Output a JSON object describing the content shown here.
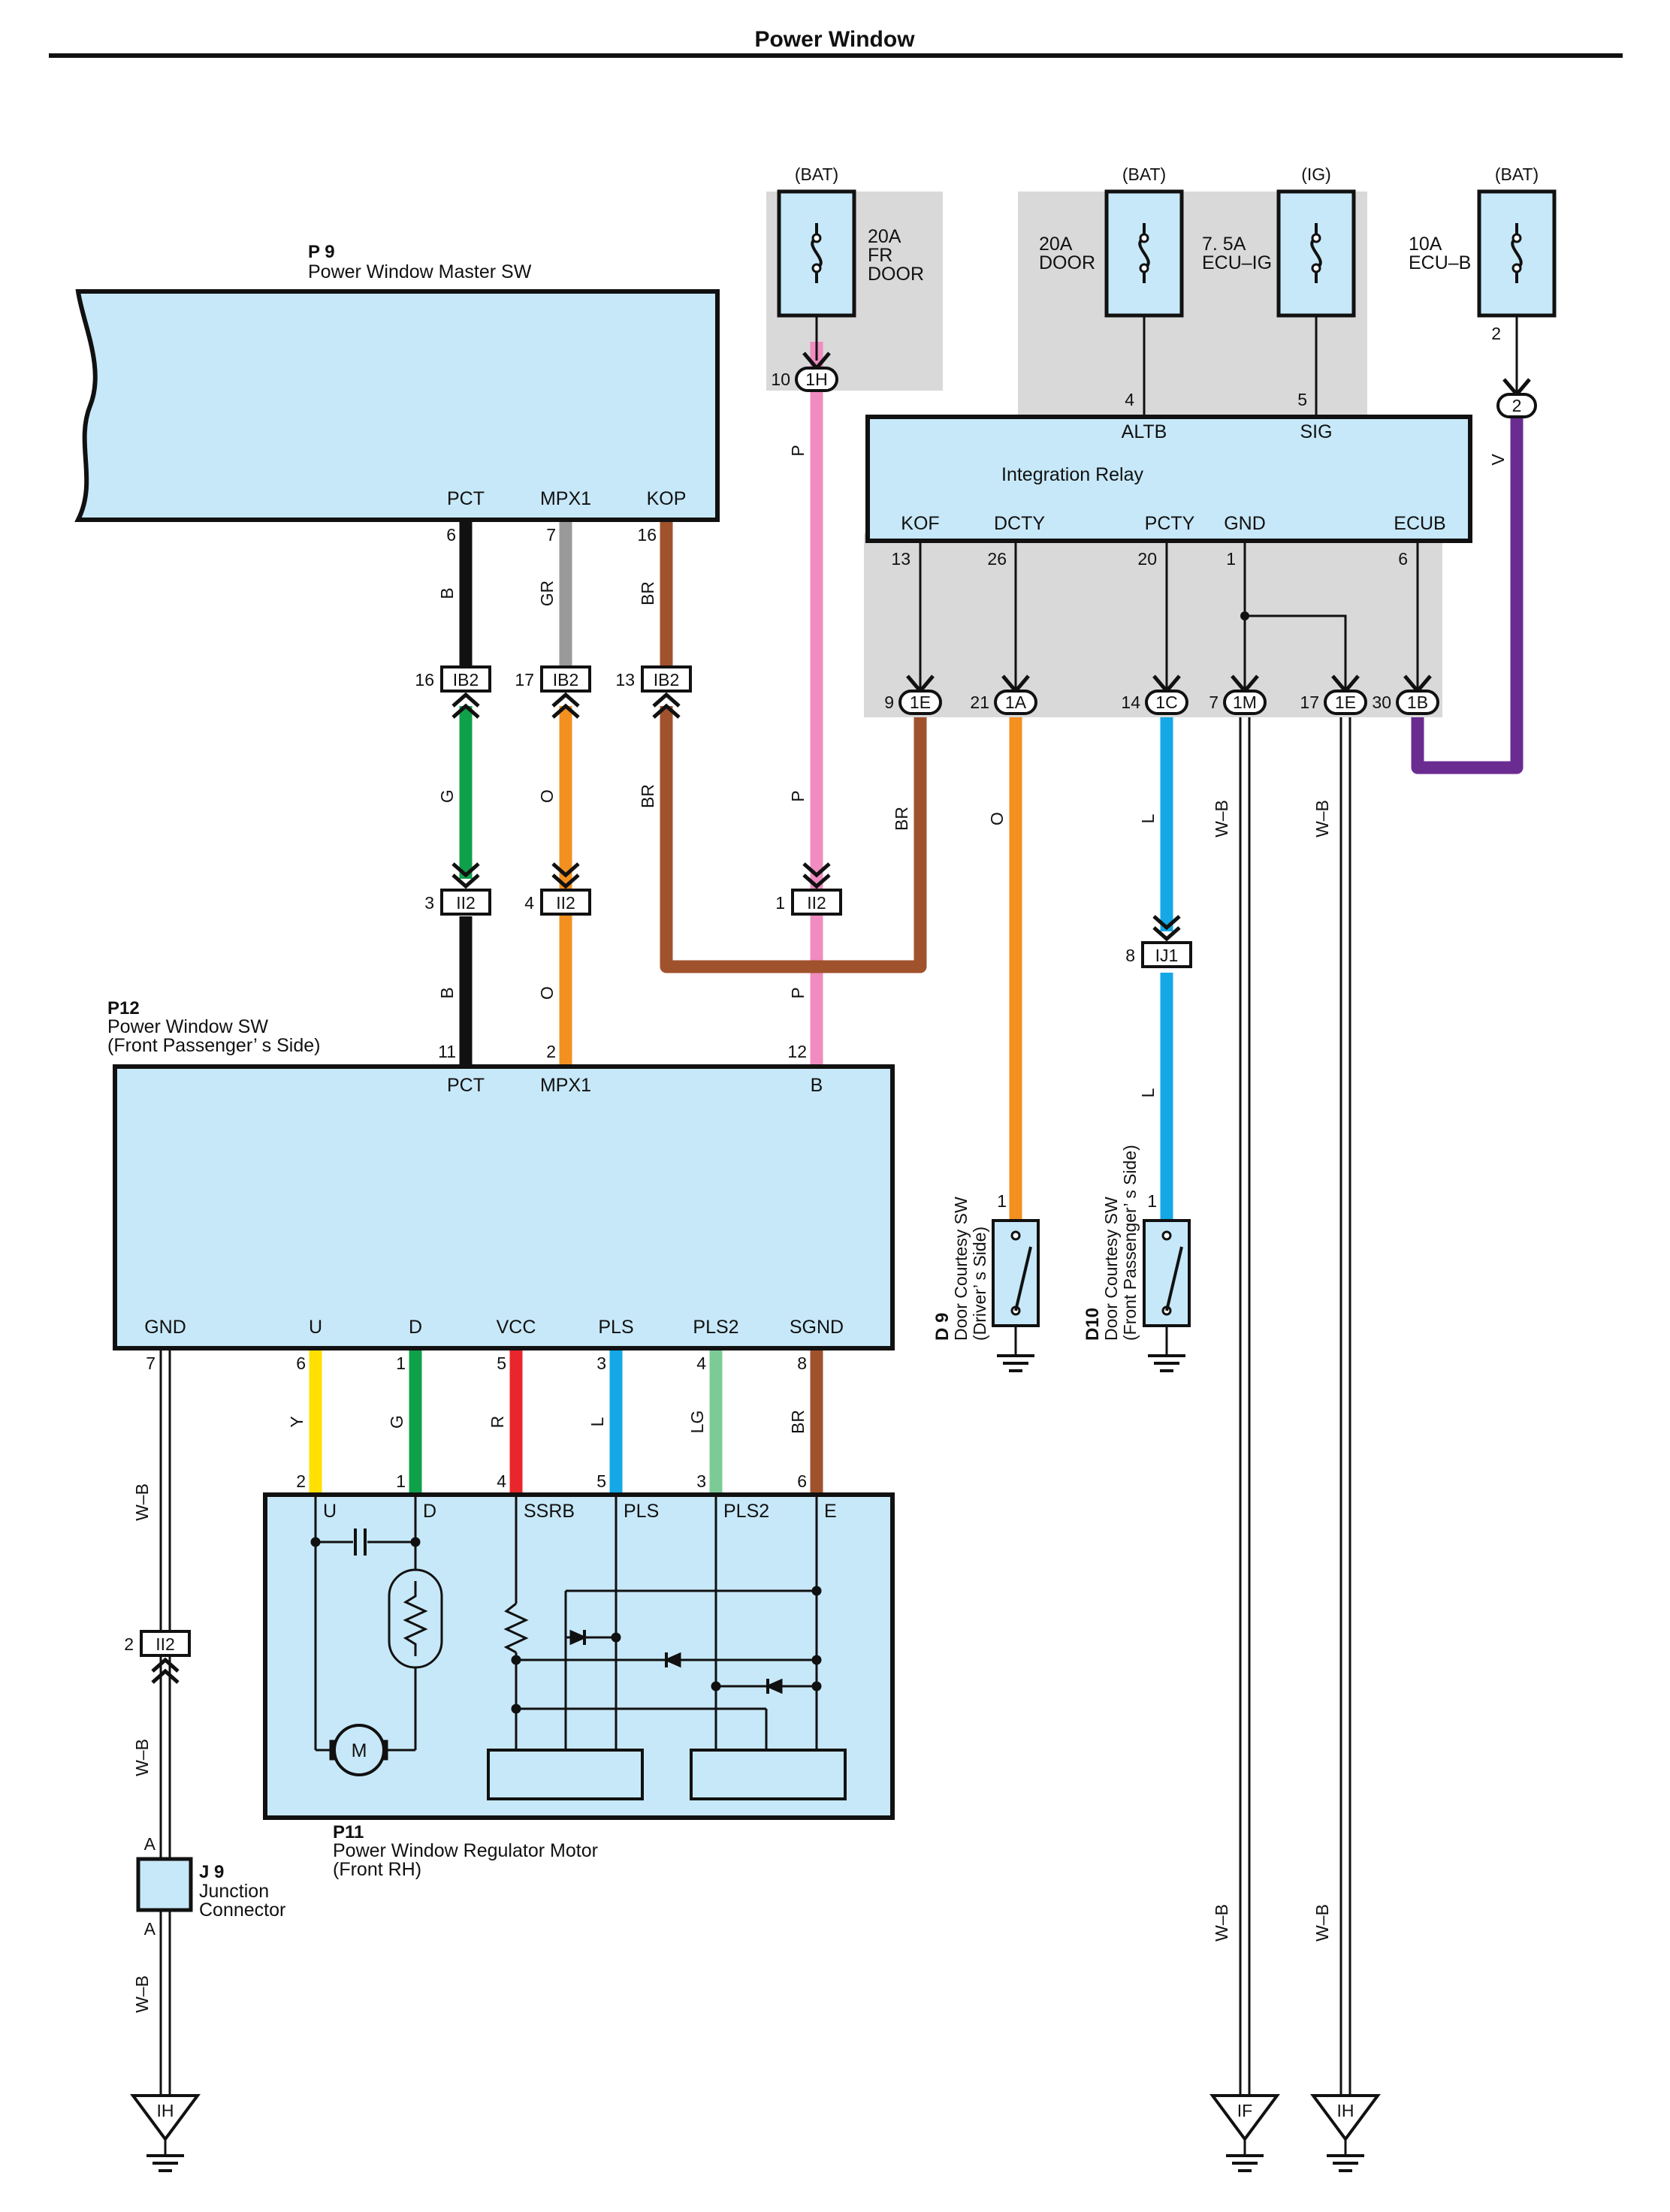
{
  "title": "Power Window",
  "fuses": {
    "fr_door": {
      "source": "(BAT)",
      "rating": "20A",
      "name_line1": "FR",
      "name_line2": "DOOR"
    },
    "door": {
      "source": "(BAT)",
      "rating": "20A",
      "name": "DOOR"
    },
    "ecu_ig": {
      "source": "(IG)",
      "rating": "7. 5A",
      "name": "ECU–IG"
    },
    "ecu_b": {
      "source": "(BAT)",
      "rating": "10A",
      "name": "ECU–B",
      "pin": "2"
    }
  },
  "p9": {
    "code": "P 9",
    "name": "Power Window Master SW",
    "terminals": {
      "pct": "PCT",
      "mpx1": "MPX1",
      "kop": "KOP"
    },
    "pins": {
      "pct": "6",
      "mpx1": "7",
      "kop": "16"
    }
  },
  "relay": {
    "name": "Integration Relay",
    "top_terminals": {
      "altb": "ALTB",
      "sig": "SIG"
    },
    "top_pins": {
      "altb": "4",
      "sig": "5"
    },
    "terminals": {
      "kof": "KOF",
      "dcty": "DCTY",
      "pcty": "PCTY",
      "gnd": "GND",
      "ecub": "ECUB"
    },
    "pins": {
      "kof": "13",
      "dcty": "26",
      "pcty": "20",
      "gnd": "1",
      "ecub": "6"
    }
  },
  "connectors": {
    "c1h": {
      "label": "1H",
      "pin": "10"
    },
    "c2": {
      "label": "2"
    },
    "ib2_a": {
      "label": "IB2",
      "pin": "16"
    },
    "ib2_b": {
      "label": "IB2",
      "pin": "17"
    },
    "ib2_c": {
      "label": "IB2",
      "pin": "13"
    },
    "c1e_a": {
      "label": "1E",
      "pin": "9"
    },
    "c1a": {
      "label": "1A",
      "pin": "21"
    },
    "c1c": {
      "label": "1C",
      "pin": "14"
    },
    "c1m": {
      "label": "1M",
      "pin": "7"
    },
    "c1e_b": {
      "label": "1E",
      "pin": "17"
    },
    "c1b": {
      "label": "1B",
      "pin": "30"
    },
    "ii2_a": {
      "label": "II2",
      "pin": "3"
    },
    "ii2_b": {
      "label": "II2",
      "pin": "4"
    },
    "ii2_c": {
      "label": "II2",
      "pin": "1"
    },
    "ij1": {
      "label": "IJ1",
      "pin": "8"
    },
    "ii2_d": {
      "label": "II2",
      "pin": "2"
    }
  },
  "wire_colors": {
    "p": "P",
    "b": "B",
    "gr": "GR",
    "br": "BR",
    "g": "G",
    "o": "O",
    "l": "L",
    "wb": "W–B",
    "v": "V",
    "y": "Y",
    "r": "R",
    "lg": "LG"
  },
  "p12": {
    "code": "P12",
    "name_line1": "Power Window SW",
    "name_line2": "(Front Passenger’ s Side)",
    "top_terminals": {
      "pct": "PCT",
      "mpx1": "MPX1",
      "b": "B"
    },
    "top_pins": {
      "pct": "11",
      "mpx1": "2",
      "b": "12"
    },
    "bottom_terminals": {
      "gnd": "GND",
      "u": "U",
      "d": "D",
      "vcc": "VCC",
      "pls": "PLS",
      "pls2": "PLS2",
      "sgnd": "SGND"
    },
    "bottom_pins": {
      "gnd": "7",
      "u": "6",
      "d": "1",
      "vcc": "5",
      "pls": "3",
      "pls2": "4",
      "sgnd": "8"
    }
  },
  "p11": {
    "code": "P11",
    "name_line1": "Power Window Regulator Motor",
    "name_line2": "(Front RH)",
    "terminals": {
      "u": "U",
      "d": "D",
      "ssrb": "SSRB",
      "pls": "PLS",
      "pls2": "PLS2",
      "e": "E"
    },
    "pins": {
      "u": "2",
      "d": "1",
      "ssrb": "4",
      "pls": "5",
      "pls2": "3",
      "e": "6"
    },
    "motor": "M"
  },
  "d9": {
    "code": "D 9",
    "name_line1": "Door Courtesy SW",
    "name_line2": "(Driver’ s Side)",
    "pin": "1"
  },
  "d10": {
    "code": "D10",
    "name_line1": "Door Courtesy SW",
    "name_line2": "(Front Passenger’ s Side)",
    "pin": "1"
  },
  "j9": {
    "code": "J 9",
    "name_line1": "Junction",
    "name_line2": "Connector",
    "pin_top": "A",
    "pin_bottom": "A"
  },
  "grounds": {
    "ih_left": "IH",
    "if": "IF",
    "ih_right": "IH"
  },
  "colors": {
    "pink": "#f08cc0",
    "black": "#111111",
    "gray": "#9a9a9a",
    "brown": "#a0522d",
    "green": "#0fa04a",
    "orange": "#f39020",
    "blue": "#14a8e6",
    "purple": "#6a2c91",
    "yellow": "#ffe000",
    "red": "#e8262b",
    "lightgreen": "#7ccb97",
    "box_fill": "#c7e8f8",
    "gray_area": "#d9d9d9"
  }
}
